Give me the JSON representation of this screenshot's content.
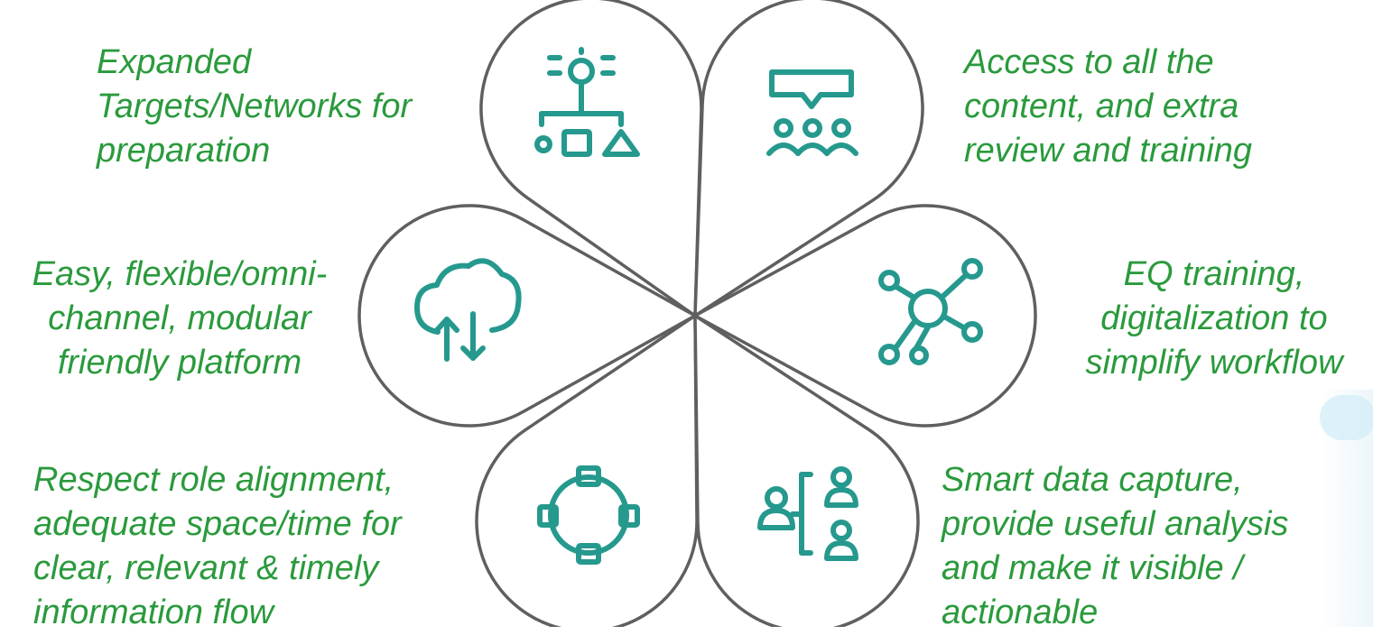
{
  "colors": {
    "label": "#2a9a3c",
    "icon": "#26998e",
    "outline": "#5f5f5f"
  },
  "petals": [
    {
      "position": "top-left",
      "icon": "ideation-shapes-icon"
    },
    {
      "position": "top-right",
      "icon": "team-discussion-icon"
    },
    {
      "position": "middle-left",
      "icon": "cloud-sync-icon"
    },
    {
      "position": "middle-right",
      "icon": "network-hub-icon"
    },
    {
      "position": "bottom-left",
      "icon": "circular-flow-icon"
    },
    {
      "position": "bottom-right",
      "icon": "org-roles-icon"
    }
  ],
  "labels": {
    "top_left": [
      "Expanded",
      "Targets/Networks for",
      "preparation"
    ],
    "top_right": [
      "Access to all the",
      "content, and extra",
      "review and training"
    ],
    "middle_left": [
      "Easy, flexible/omni-",
      "channel, modular",
      "friendly platform"
    ],
    "middle_right": [
      "EQ training,",
      "digitalization to",
      "simplify workflow"
    ],
    "bottom_left": [
      "Respect role alignment,",
      "adequate space/time for",
      "clear, relevant & timely",
      "information flow"
    ],
    "bottom_right": [
      "Smart data capture,",
      "provide useful analysis",
      "and make it visible /",
      "actionable"
    ]
  }
}
